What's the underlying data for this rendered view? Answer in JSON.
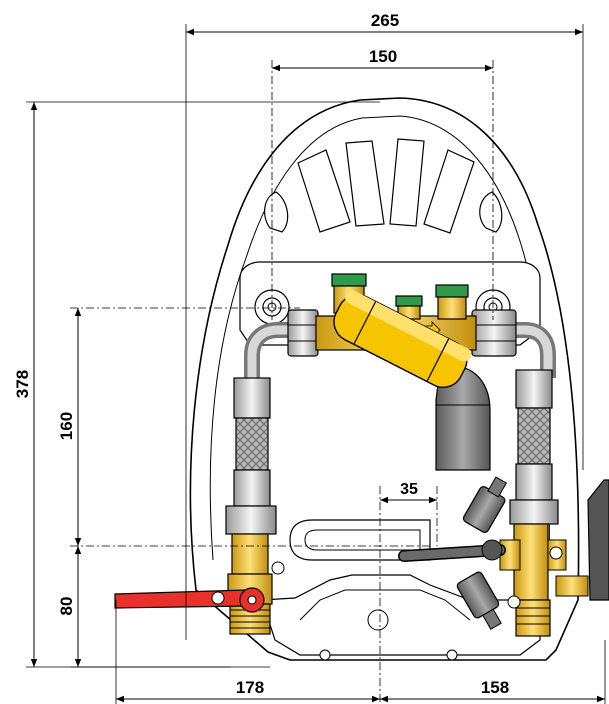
{
  "dimensions": {
    "overall_width": "265",
    "bracket_spacing": "150",
    "overall_height": "378",
    "connection_height": "160",
    "lower_height": "80",
    "drain_offset": "35",
    "left_width": "178",
    "right_width": "158"
  },
  "colors": {
    "line": "#000000",
    "housing_fill": "#ffffff",
    "brass": "#f2c23a",
    "brass_dark": "#c79a12",
    "yellow_filter": "#f6c400",
    "chrome": "#d9d9d9",
    "hose_grey": "#8e8e8e",
    "lever_red": "#e8312a",
    "cap_green": "#2f9a4a",
    "dark_lever": "#555555"
  },
  "icons": {
    "dimension_arrow": "arrowhead-icon",
    "screw": "screw-icon"
  }
}
